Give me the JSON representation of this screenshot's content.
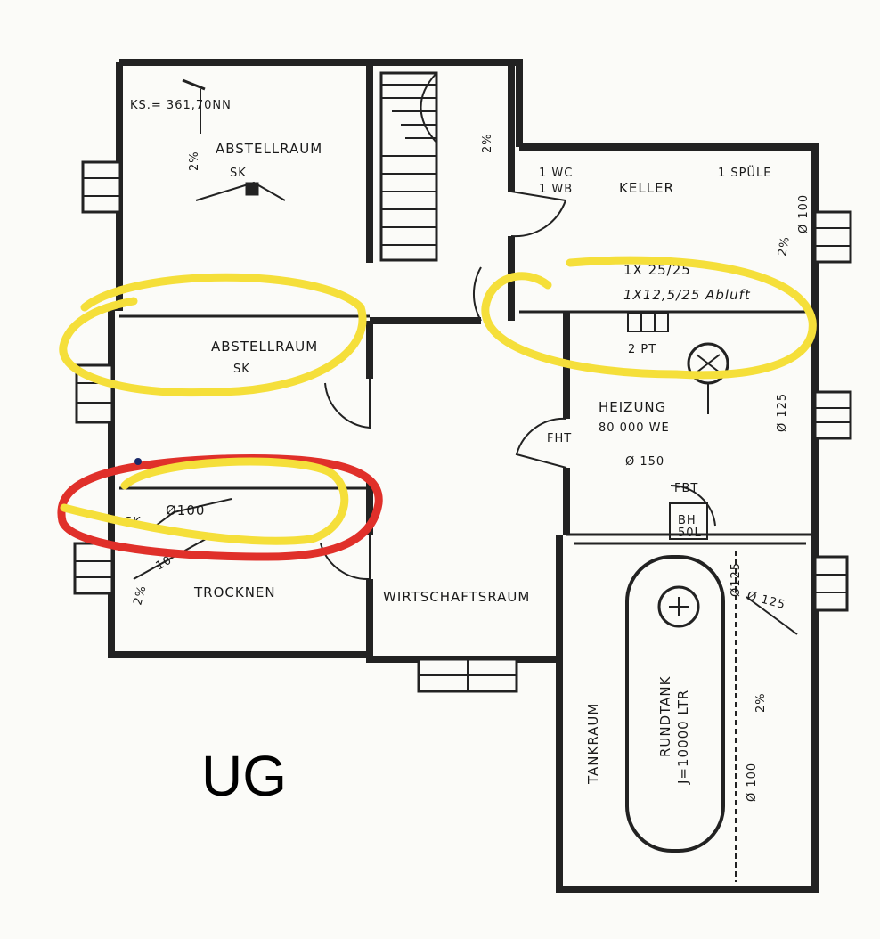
{
  "floor_label": "UG",
  "rooms": {
    "abstellraum_top": "ABSTELLRAUM",
    "abstellraum_mid": "ABSTELLRAUM",
    "trocknen": "TROCKNEN",
    "wirtschaftsraum": "WIRTSCHAFTSRAUM",
    "keller": "KELLER",
    "heizung": "HEIZUNG",
    "tankraum": "TANKRAUM"
  },
  "annotations": {
    "ks": "KS.= 361,70NN",
    "sk_top": "SK",
    "sk_mid": "SK",
    "sk_low": "SK",
    "pipe_100_trocknen": "Ø100",
    "slope_trocknen_a": "2%",
    "slope_trocknen_b": "10",
    "slope_abst": "2%",
    "slope_stair": "2%",
    "wc": "1 WC",
    "wb": "1 WB",
    "spuele": "1 SPÜLE",
    "pipe_100_keller": "Ø 100",
    "slope_keller": "2%",
    "duct1": "1X 25/25",
    "duct2": "1X12,5/25 Abluft",
    "pt": "2 PT",
    "heizung_power": "80 000 WE",
    "pipe_150": "Ø 150",
    "pipe_125_heiz": "Ø 125",
    "fht": "FHT",
    "fbt": "FBT",
    "bh1": "BH",
    "bh2": "50L",
    "pipe_125_tank": "Ø125",
    "pipe_125_diag": "Ø 125",
    "tank_name": "RUNDTANK",
    "tank_cap": "J=10000 LTR",
    "slope_tank": "2%",
    "pipe_100_tank": "Ø 100"
  },
  "highlight_colors": {
    "yellow": "#f5df3a",
    "red": "#e0302a"
  }
}
